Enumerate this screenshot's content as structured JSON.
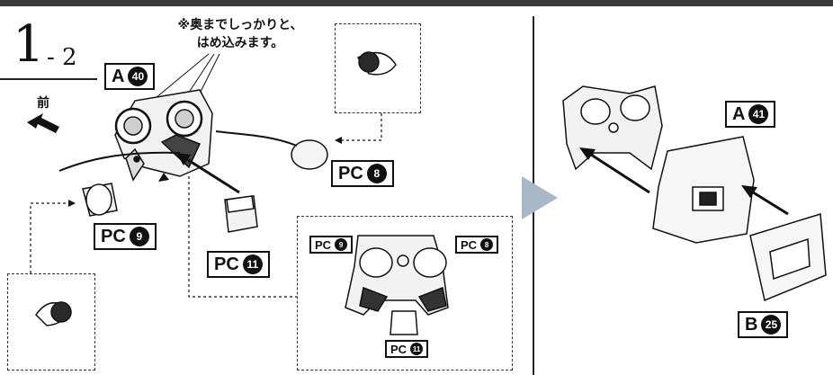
{
  "step": {
    "number": "1",
    "sub": "- 2"
  },
  "direction_label": "前",
  "note": "※奥までしっかりと、\nはめ込みます。",
  "tags": {
    "a40": {
      "letter": "A",
      "num": "40"
    },
    "pc8": {
      "letter": "PC",
      "num": "8"
    },
    "pc9": {
      "letter": "PC",
      "num": "9"
    },
    "pc11": {
      "letter": "PC",
      "num": "11"
    },
    "inset_pc9": {
      "letter": "PC",
      "num": "9"
    },
    "inset_pc8": {
      "letter": "PC",
      "num": "8"
    },
    "inset_pc11": {
      "letter": "PC",
      "num": "11"
    },
    "a41": {
      "letter": "A",
      "num": "41"
    },
    "b25": {
      "letter": "B",
      "num": "25"
    }
  },
  "colors": {
    "ink": "#111111",
    "arrow_fill": "#a9b8c8",
    "part_fill": "#f2f2f2",
    "dark_part": "#2a2a2a"
  },
  "icons": [
    "direction-arrow-icon",
    "next-step-arrow-icon",
    "push-arrow-icon"
  ]
}
